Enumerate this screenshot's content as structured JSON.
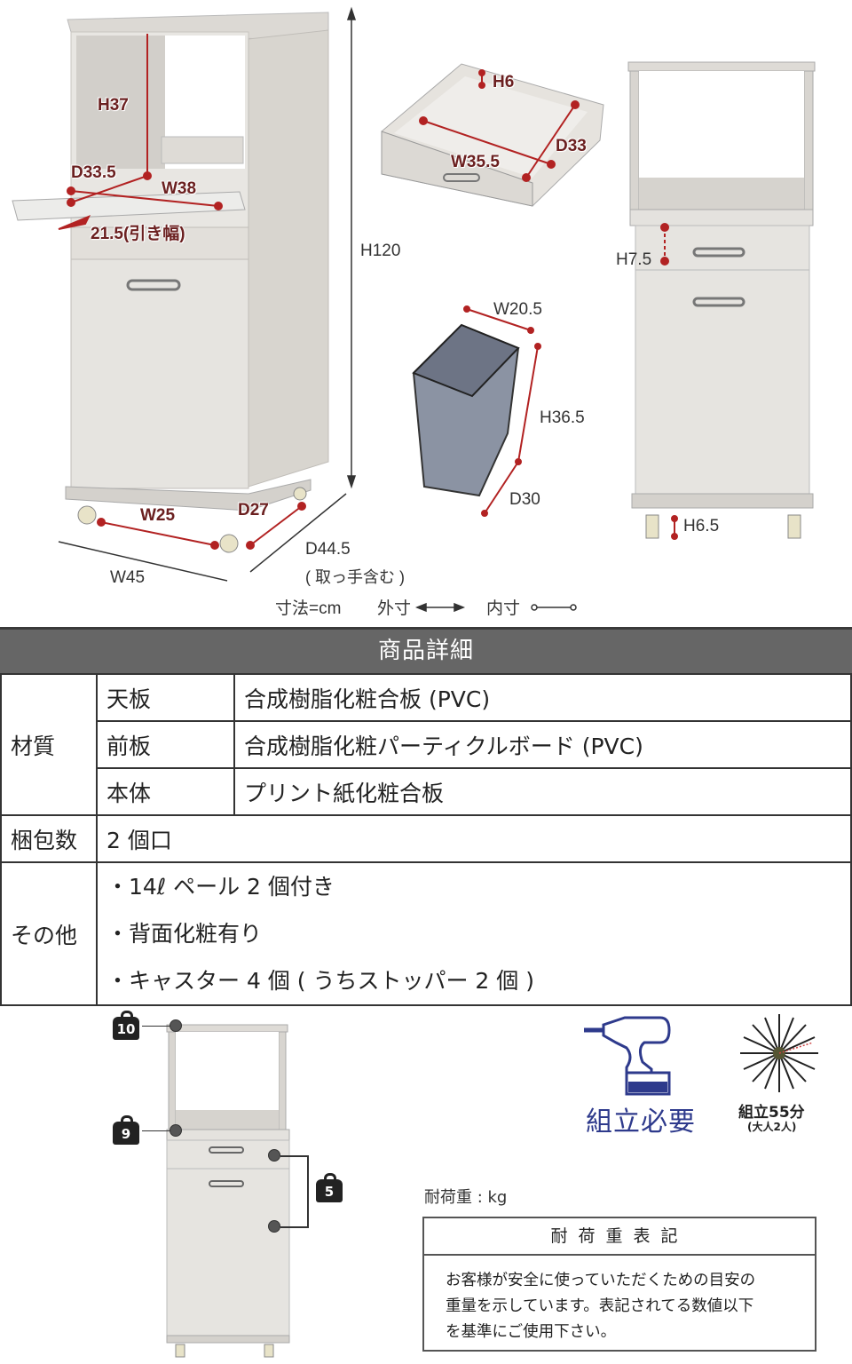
{
  "dimensions": {
    "main_view": {
      "h37": "H37",
      "d33_5": "D33.5",
      "w38": "W38",
      "pull": "21.5(引き幅)",
      "h120": "H120",
      "w25": "W25",
      "d27": "D27",
      "w45": "W45",
      "d44_5": "D44.5",
      "d44_5_note": "( 取っ手含む )"
    },
    "drawer": {
      "h6": "H6",
      "w35_5": "W35.5",
      "d33": "D33"
    },
    "pail": {
      "w20_5": "W20.5",
      "h36_5": "H36.5",
      "d30": "D30"
    },
    "front_view": {
      "h7_5": "H7.5",
      "h6_5": "H6.5"
    },
    "legend": {
      "unit": "寸法=cm",
      "outer": "外寸",
      "inner": "内寸"
    }
  },
  "spec": {
    "title": "商品詳細",
    "material_label": "材質",
    "materials": [
      {
        "part": "天板",
        "value": "合成樹脂化粧合板 (PVC)"
      },
      {
        "part": "前板",
        "value": "合成樹脂化粧パーティクルボード (PVC)"
      },
      {
        "part": "本体",
        "value": "プリント紙化粧合板"
      }
    ],
    "package_label": "梱包数",
    "package_value": "2 個口",
    "other_label": "その他",
    "other_items": [
      "・14ℓ ペール 2 個付き",
      "・背面化粧有り",
      "・キャスター 4 個 ( うちストッパー 2 個 )"
    ]
  },
  "load": {
    "badges": [
      "10",
      "9",
      "5"
    ],
    "unit_label": "耐荷重 : kg",
    "box_title": "耐荷重表記",
    "box_lines": [
      "お客様が安全に使っていただくための目安の",
      "重量を示しています。表記されてる数値以下",
      "を基準にご使用下さい。"
    ]
  },
  "assembly": {
    "required_label": "組立必要",
    "time_label": "組立55分",
    "people_label": "(大人2人)",
    "accent_color": "#2e3a8c"
  },
  "colors": {
    "dim_red": "#b22222",
    "header_gray": "#666666",
    "cabinet": "#e4e2de"
  }
}
